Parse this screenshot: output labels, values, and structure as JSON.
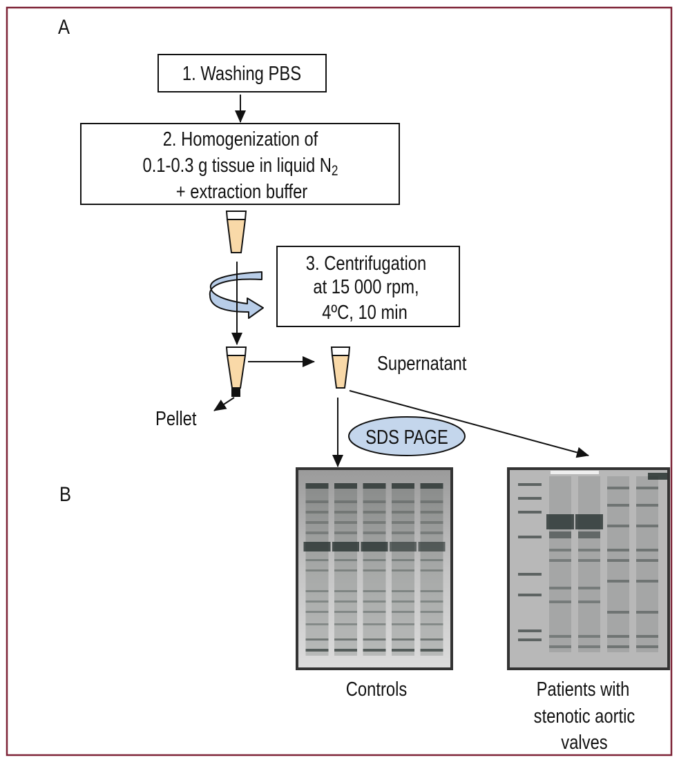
{
  "figure": {
    "frame_color": "#7d2236",
    "panel_a_label": "A",
    "panel_b_label": "B",
    "steps": [
      {
        "lines": [
          "1. Washing PBS"
        ]
      },
      {
        "lines": [
          "2. Homogenization of",
          "0.1-0.3 g tissue in liquid N",
          "+ extraction buffer"
        ],
        "subscript": "2"
      },
      {
        "lines": [
          "3. Centrifugation",
          "at 15 000 rpm,",
          "4ºC, 10 min"
        ]
      }
    ],
    "labels": {
      "supernatant": "Supernatant",
      "pellet": "Pellet",
      "sds_page": "SDS PAGE"
    },
    "gels": [
      {
        "caption_lines": [
          "Controls"
        ],
        "lanes": 5
      },
      {
        "caption_lines": [
          "Patients with",
          "stenotic aortic",
          "valves"
        ],
        "lanes": 5,
        "has_marker_lane": true
      }
    ],
    "colors": {
      "tube_fill": "#f9d9a8",
      "sds_ellipse_fill": "#c4d6ec",
      "rotation_arrow_fill": "#b8cde8"
    }
  }
}
